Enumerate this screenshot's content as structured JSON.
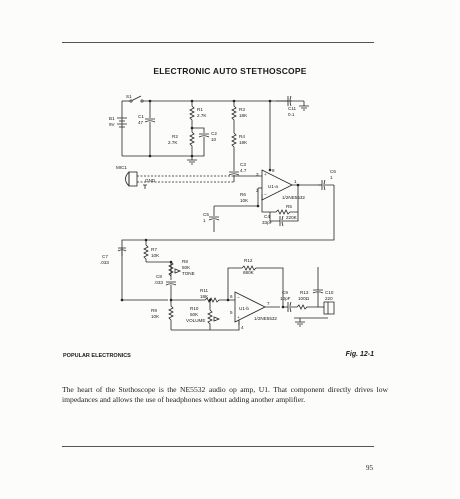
{
  "page": {
    "title": "ELECTRONIC AUTO STETHOSCOPE",
    "credit": "POPULAR ELECTRONICS",
    "figure": "Fig. 12-1",
    "caption": "The heart of the Stethoscope is the NE5532 audio op amp, U1. That component directly drives low impedances and allows the use of headphones without adding another amplifier.",
    "page_number": "95"
  },
  "labels": {
    "s1": "S1",
    "b1": "B1",
    "b1_value": "9V",
    "c1": "C1",
    "c1_value": "47",
    "r1": "R1",
    "r1_value": "2.7K",
    "r2": "R2",
    "r2_value": "2.7K",
    "c2": "C2",
    "c2_value": "10",
    "r3": "R3",
    "r3_value": "18K",
    "r4": "R4",
    "r4_value": "18K",
    "c11": "C11",
    "c11_value": "0.1",
    "c3": "C3",
    "c3_value": "4.7",
    "mic1": "MIC1",
    "gnd": "GND",
    "u1a": "U1-a",
    "u1a_part": "1/2NE5532",
    "c6": "C6",
    "c6_value": "1",
    "r6": "R6",
    "r6_value": "10K",
    "r5": "R5",
    "r5_value": "220K",
    "c4": "C4",
    "c4_value": "33pF",
    "c5": "C5",
    "c5_value": "1",
    "c7": "C7",
    "c7_value": ".033",
    "r7": "R7",
    "r7_value": "10K",
    "c8": "C8",
    "c8_value": ".033",
    "r8": "R8",
    "r8_value": "50K",
    "r8_name": "TONE",
    "r9": "R9",
    "r9_value": "10K",
    "r11": "R11",
    "r11_value": "18K",
    "r10": "R10",
    "r10_value": "50K",
    "r10_name": "VOLUME",
    "r12": "R12",
    "r12_value": "680K",
    "c9": "C9",
    "c9_value": "10pF",
    "r13": "R13",
    "r13_value": "100Ω",
    "c10": "C10",
    "c10_value": "220",
    "u1b": "U1-b",
    "u1b_part": "1/2NE5532",
    "pin3": "3",
    "pin2": "2",
    "pin8": "8",
    "pin1": "1",
    "pin4": "4",
    "pin5": "5",
    "pin6": "6",
    "pin7": "7",
    "plus_a": "+",
    "minus_a": "−",
    "plus_b": "+",
    "minus_b": "−"
  }
}
